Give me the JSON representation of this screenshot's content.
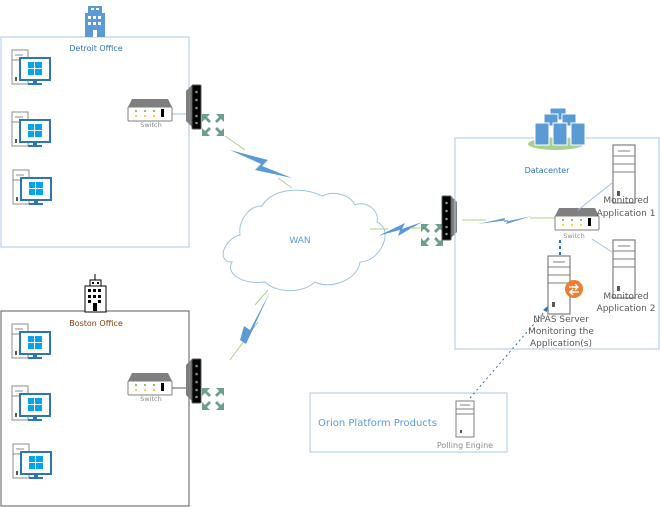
{
  "diagram": {
    "sites": {
      "detroit": {
        "label": "Detroit Office",
        "switch_label": "Switch"
      },
      "boston": {
        "label": "Boston Office",
        "switch_label": "Switch"
      },
      "datacenter": {
        "label": "Datacenter",
        "switch_label": "Switch"
      }
    },
    "wan": {
      "label": "WAN"
    },
    "servers": {
      "app1": {
        "label_line1": "Monitored",
        "label_line2": "Application 1"
      },
      "app2": {
        "label_line1": "Monitored",
        "label_line2": "Application 2"
      },
      "npas": {
        "label_line1": "NPAS Server",
        "label_line2": "Monitoring the",
        "label_line3": "Application(s)"
      }
    },
    "orion": {
      "label": "Orion Platform Products",
      "engine_label": "Polling Engine"
    }
  },
  "colors": {
    "detroit_border": "#a9c8e8",
    "boston_border": "#595959",
    "accent_blue": "#5b9bd5",
    "router_green": "#6d9e8e",
    "link_green": "#a9d18e",
    "npas_orange": "#ed7d31"
  }
}
